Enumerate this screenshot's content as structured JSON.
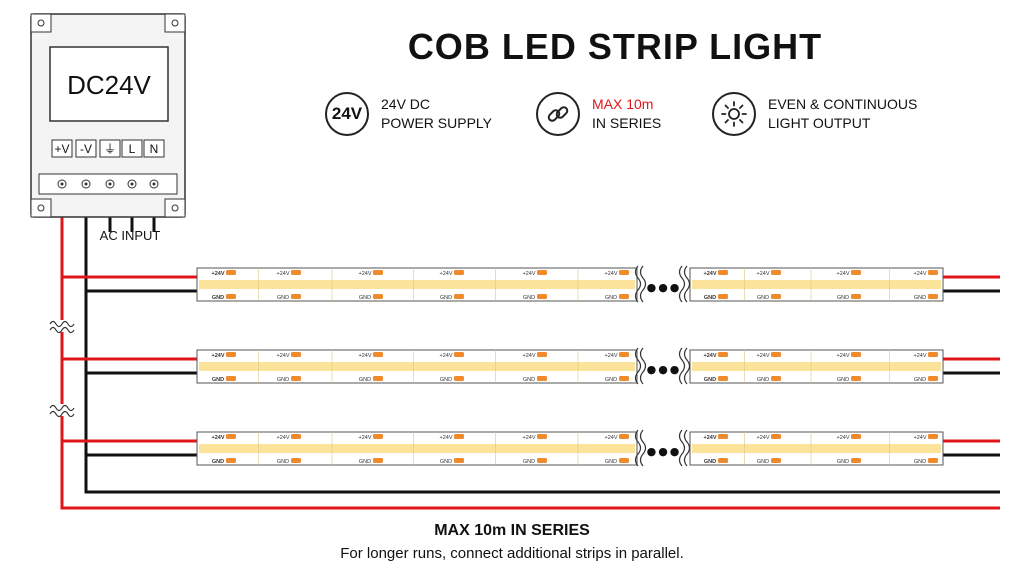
{
  "title": "COB LED STRIP LIGHT",
  "features": [
    {
      "icon": "24V",
      "line1": "24V DC",
      "line2": "POWER SUPPLY",
      "line1_color": "#111111"
    },
    {
      "icon": "chain-link-icon",
      "line1": "MAX 10m",
      "line2": "IN SERIES",
      "line1_color": "#e0161b"
    },
    {
      "icon": "sun-icon",
      "line1": "EVEN & CONTINUOUS",
      "line2": "LIGHT OUTPUT",
      "line1_color": "#111111"
    }
  ],
  "power_supply": {
    "label": "DC24V",
    "terminals": [
      "+V",
      "-V",
      "⏚",
      "L",
      "N"
    ],
    "ac_label": "AC INPUT"
  },
  "strip": {
    "pos_label": "+24V",
    "neg_label": "GND",
    "rows": 3,
    "series_marker": "●●●"
  },
  "colors": {
    "wire_red": "#e0161b",
    "wire_black": "#111111",
    "strip_yellow": "#fbe39a",
    "strip_pad": "#f08a2a"
  },
  "footer": {
    "heading": "MAX 10m IN SERIES",
    "text": "For longer runs, connect additional strips in parallel."
  }
}
